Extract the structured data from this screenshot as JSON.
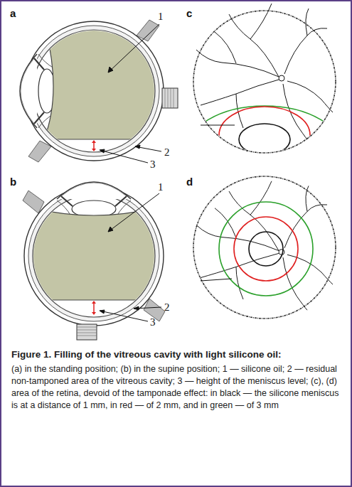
{
  "diagram": {
    "title": "Figure 1. Filling of the vitreous cavity with light silicone oil:",
    "caption": "(a) in the standing position; (b) in the supine position; 1 — silicone oil; 2 — residual non-tamponed area of the vitreous cavity; 3 — height of the meniscus level; (c), (d) area of the retina, devoid of the tamponade effect: in black — the silicone meniscus is at a distance of 1 mm, in red — of 2 mm, and in green — of 3 mm",
    "labels": [
      "a",
      "1",
      "2",
      "3",
      "b",
      "1",
      "2",
      "3",
      "c",
      "d"
    ]
  }
}
